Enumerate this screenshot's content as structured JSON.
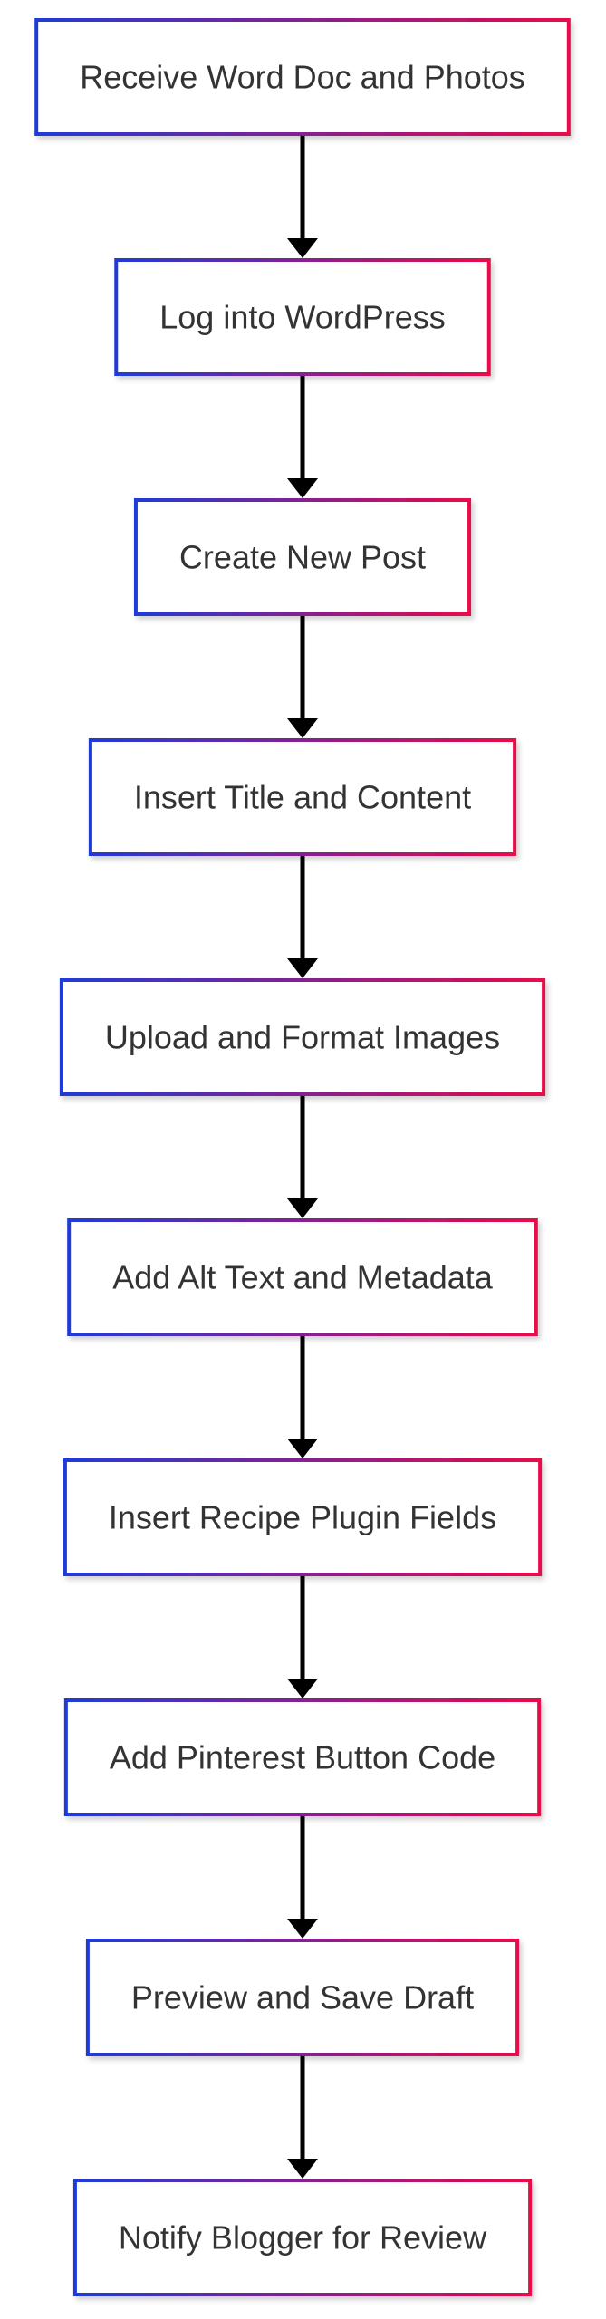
{
  "diagram": {
    "type": "flowchart",
    "direction": "top-to-bottom",
    "colors": {
      "border_gradient_start": "#1f3bd8",
      "border_gradient_end": "#e8084a",
      "text": "#333333",
      "arrow": "#000000",
      "background": "#ffffff"
    },
    "nodes": [
      {
        "id": "receive",
        "label": "Receive Word Doc and Photos"
      },
      {
        "id": "login",
        "label": "Log into WordPress"
      },
      {
        "id": "create",
        "label": "Create New Post"
      },
      {
        "id": "insert_title",
        "label": "Insert Title and Content"
      },
      {
        "id": "upload",
        "label": "Upload and Format Images"
      },
      {
        "id": "alt_text",
        "label": "Add Alt Text and Metadata"
      },
      {
        "id": "recipe",
        "label": "Insert Recipe Plugin Fields"
      },
      {
        "id": "pinterest",
        "label": "Add Pinterest Button Code"
      },
      {
        "id": "preview",
        "label": "Preview and Save Draft"
      },
      {
        "id": "notify",
        "label": "Notify Blogger for Review"
      }
    ],
    "edges": [
      {
        "from": "receive",
        "to": "login"
      },
      {
        "from": "login",
        "to": "create"
      },
      {
        "from": "create",
        "to": "insert_title"
      },
      {
        "from": "insert_title",
        "to": "upload"
      },
      {
        "from": "upload",
        "to": "alt_text"
      },
      {
        "from": "alt_text",
        "to": "recipe"
      },
      {
        "from": "recipe",
        "to": "pinterest"
      },
      {
        "from": "pinterest",
        "to": "preview"
      },
      {
        "from": "preview",
        "to": "notify"
      }
    ]
  }
}
